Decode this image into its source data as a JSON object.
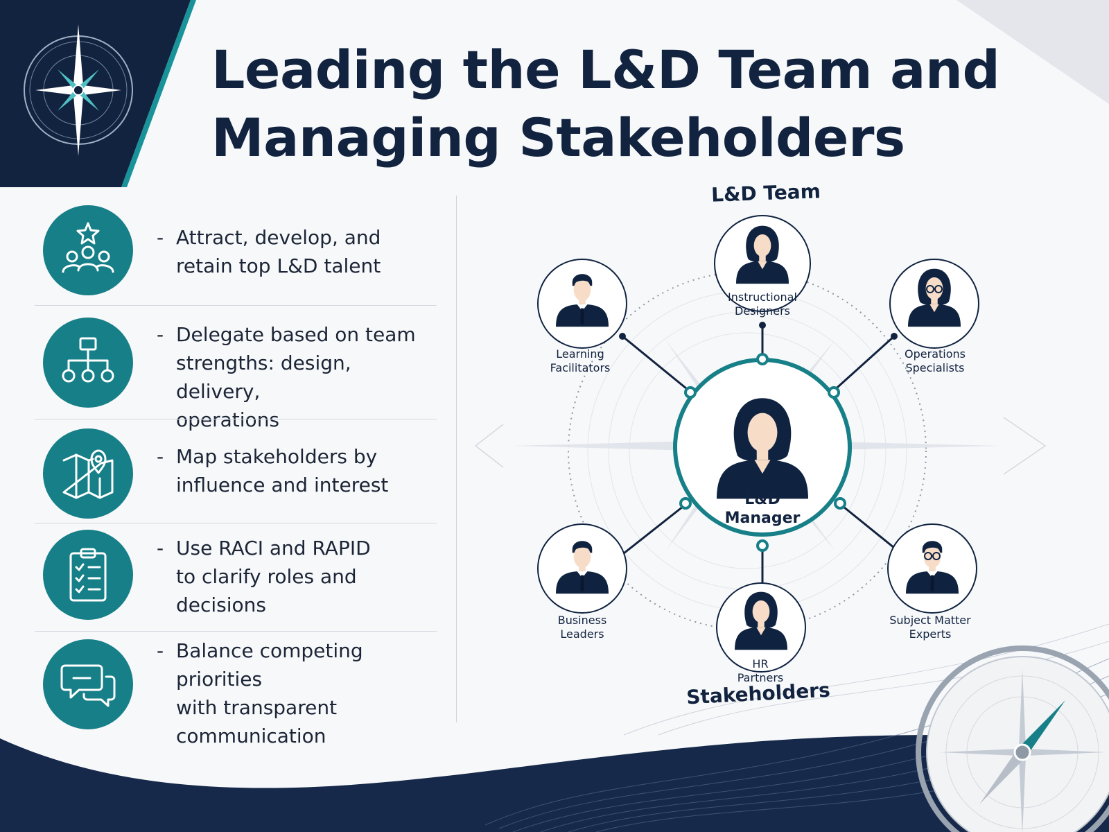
{
  "title": {
    "line1": "Leading the L&D Team and",
    "line2": "Managing Stakeholders"
  },
  "colors": {
    "navy": "#12233f",
    "teal": "#167f87",
    "background": "#f7f8fa"
  },
  "list": [
    {
      "icon": "team-star-icon",
      "line1": "Attract, develop, and",
      "line2": "retain top L&D talent",
      "line3": ""
    },
    {
      "icon": "org-chart-icon",
      "line1": "Delegate based on team",
      "line2": "strengths: design, delivery,",
      "line3": "operations"
    },
    {
      "icon": "map-pin-icon",
      "line1": "Map stakeholders by",
      "line2": "influence and interest",
      "line3": ""
    },
    {
      "icon": "clipboard-checklist-icon",
      "line1": "Use RACI and RAPID",
      "line2": "to clarify roles and",
      "line3": "decisions"
    },
    {
      "icon": "chat-bubbles-icon",
      "line1": "Balance competing priorities",
      "line2": "with transparent",
      "line3": "communication"
    }
  ],
  "diagram": {
    "team_heading": "L&D Team",
    "stakeholders_heading": "Stakeholders",
    "center": {
      "line1": "L&D",
      "line2": "Manager"
    },
    "nodes": [
      {
        "id": "instructional-designers",
        "line1": "Instructional",
        "line2": "Designers"
      },
      {
        "id": "learning-facilitators",
        "line1": "Learning",
        "line2": "Facilitators"
      },
      {
        "id": "operations-specialists",
        "line1": "Operations",
        "line2": "Specialists"
      },
      {
        "id": "business-leaders",
        "line1": "Business",
        "line2": "Leaders"
      },
      {
        "id": "subject-matter-experts",
        "line1": "Subject Matter",
        "line2": "Experts"
      },
      {
        "id": "hr-partners",
        "line1": "HR",
        "line2": "Partners"
      }
    ]
  }
}
